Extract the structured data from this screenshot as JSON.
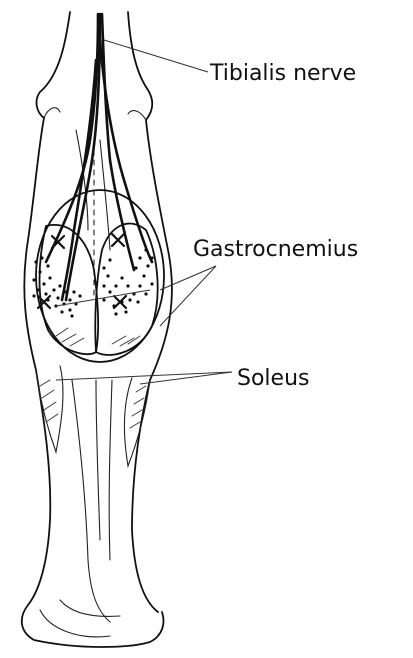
{
  "labels": {
    "nerve": "Tibialis nerve",
    "gastrocnemius": "Gastrocnemius",
    "soleus": "Soleus"
  },
  "colors": {
    "ink": "#111111",
    "background": "#ffffff"
  }
}
